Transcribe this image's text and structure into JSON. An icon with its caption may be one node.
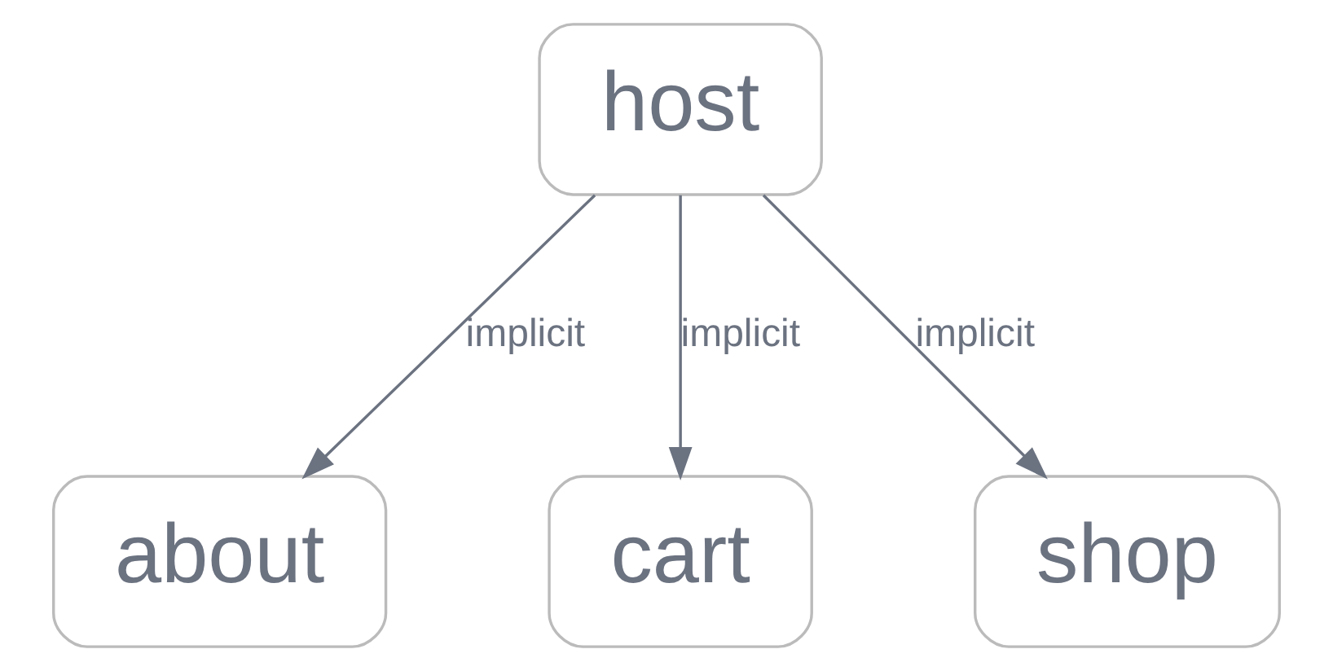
{
  "diagram": {
    "nodes": [
      {
        "text": [
          "host"
        ]
      },
      {
        "text": [
          "about"
        ]
      },
      {
        "text": [
          "cart"
        ]
      },
      {
        "text": [
          "shop"
        ]
      }
    ],
    "edges": [
      {
        "from": 0,
        "to": 1,
        "arrow": "to",
        "label": "implicit"
      },
      {
        "from": 0,
        "to": 2,
        "arrow": "to",
        "label": "implicit"
      },
      {
        "from": 0,
        "to": 3,
        "arrow": "to",
        "label": "implicit"
      }
    ]
  }
}
